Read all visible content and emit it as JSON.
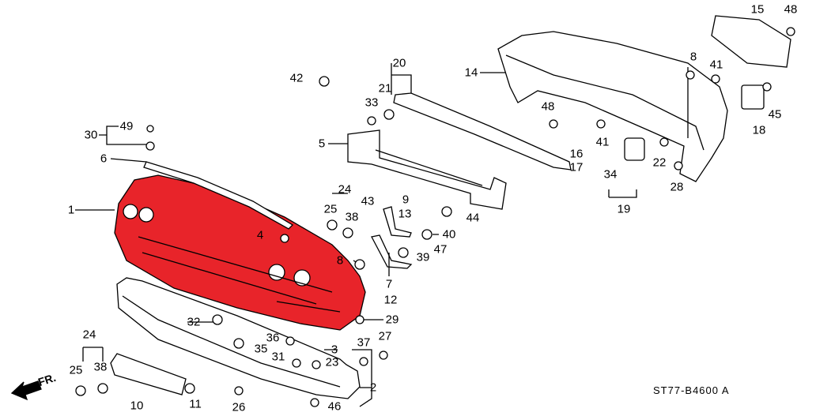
{
  "labels": [
    "15",
    "48",
    "8",
    "41",
    "14",
    "20",
    "42",
    "21",
    "33",
    "48",
    "45",
    "18",
    "49",
    "30",
    "5",
    "41",
    "16",
    "17",
    "22",
    "6",
    "34",
    "28",
    "24",
    "9",
    "1",
    "19",
    "25",
    "43",
    "13",
    "38",
    "44",
    "40",
    "4",
    "47",
    "39",
    "8",
    "7",
    "12",
    "32",
    "29",
    "36",
    "35",
    "37",
    "27",
    "24",
    "3",
    "31",
    "23",
    "25",
    "38",
    "2",
    "10",
    "11",
    "26",
    "46"
  ],
  "direction_label": "FR.",
  "diagram_code": "ST77-B4600 A",
  "colors": {
    "bumper": "#e8242a",
    "line": "#000000"
  }
}
